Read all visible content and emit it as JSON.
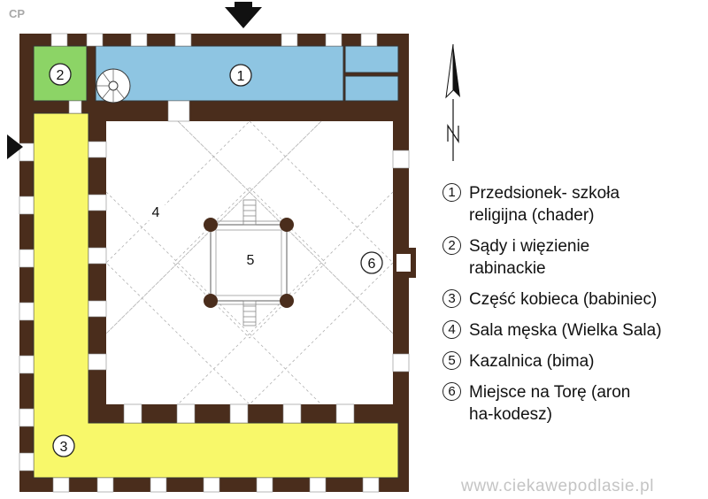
{
  "corner_tag": "CP",
  "colors": {
    "wall": "#4a2d1c",
    "vestibule": "#8ec5e2",
    "court_room": "#8cd466",
    "womens_gallery": "#f8f86a",
    "hall_pattern": "#b0b0b0"
  },
  "plan": {
    "rooms": [
      {
        "number": "1",
        "icon": "circled-number"
      },
      {
        "number": "2",
        "icon": "circled-number"
      },
      {
        "number": "3",
        "icon": "circled-number"
      },
      {
        "number": "4",
        "icon": "circled-number"
      },
      {
        "number": "5",
        "icon": "circled-number"
      },
      {
        "number": "6",
        "icon": "circled-number"
      }
    ],
    "entrances": [
      "arrow-down-icon",
      "arrow-right-icon"
    ],
    "compass": "north-arrow-icon"
  },
  "legend": [
    {
      "number": "1",
      "lines": [
        "Przedsionek- szkoła",
        "religijna (chader)"
      ]
    },
    {
      "number": "2",
      "lines": [
        "Sądy i więzienie",
        "rabinackie"
      ]
    },
    {
      "number": "3",
      "lines": [
        "Część kobieca (babiniec)"
      ]
    },
    {
      "number": "4",
      "lines": [
        "Sala męska (Wielka Sala)"
      ]
    },
    {
      "number": "5",
      "lines": [
        "Kazalnica (bima)"
      ]
    },
    {
      "number": "6",
      "lines": [
        "Miejsce na Torę (aron",
        "ha-kodesz)"
      ]
    }
  ],
  "watermark": "www.ciekawepodlasie.pl"
}
